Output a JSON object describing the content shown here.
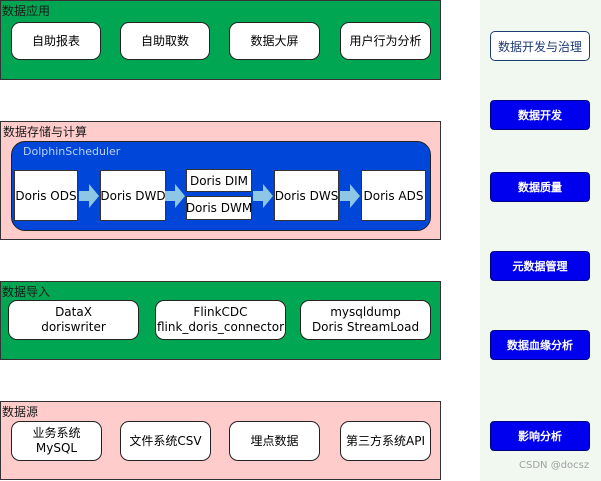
{
  "layers": {
    "app": {
      "title": "数据应用",
      "boxes": [
        "自助报表",
        "自助取数",
        "数据大屏",
        "用户行为分析"
      ]
    },
    "storage": {
      "title": "数据存储与计算",
      "scheduler": "DolphinScheduler",
      "flow": {
        "ods": "Doris ODS",
        "dwd": "Doris DWD",
        "dim": "Doris DIM",
        "dwm": "Doris DWM",
        "dws": "Doris DWS",
        "ads": "Doris ADS"
      }
    },
    "import": {
      "title": "数据导入",
      "boxes": [
        "DataX\ndoriswriter",
        "FlinkCDC\nflink_doris_connector",
        "mysqldump\nDoris StreamLoad"
      ]
    },
    "source": {
      "title": "数据源",
      "boxes": [
        "业务系统\nMySQL",
        "文件系统CSV",
        "埋点数据",
        "第三方系统API"
      ]
    }
  },
  "governance": {
    "title": "数据开发与治理",
    "items": [
      "数据开发",
      "数据质量",
      "元数据管理",
      "数据血缘分析",
      "影响分析"
    ]
  },
  "watermark": "CSDN @docsz",
  "colors": {
    "green": "#00a651",
    "pink": "#ffcccc",
    "scheduler_blue": "#0047d9",
    "button_blue": "#0000ee",
    "arrow": "#8ec7e6"
  }
}
